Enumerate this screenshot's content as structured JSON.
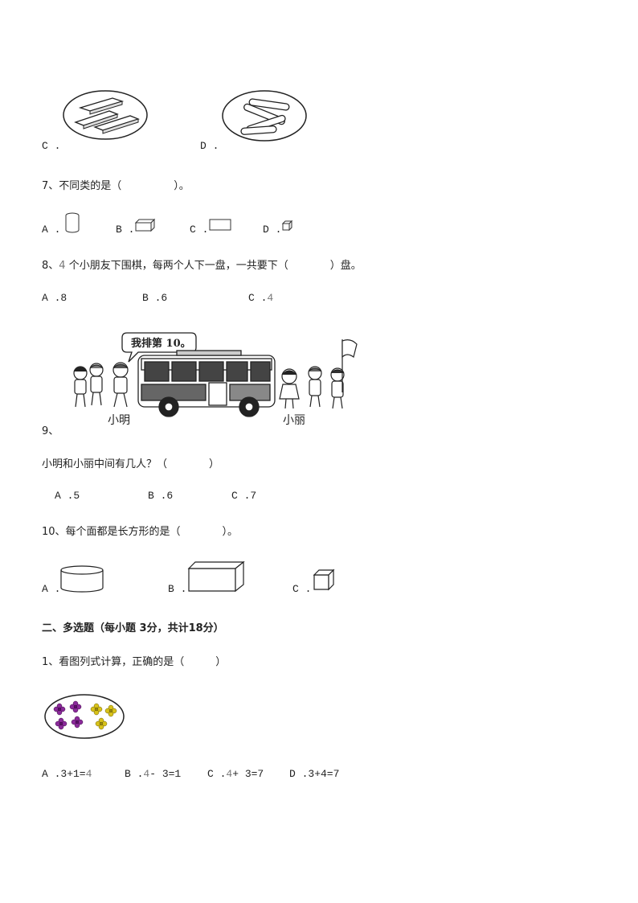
{
  "q6": {
    "option_c": "C .",
    "option_d": "D ."
  },
  "q7": {
    "stem": "7、不同类的是（　　　　　）。",
    "option_a": "A .",
    "option_b": "B .",
    "option_c": "C .",
    "option_d": "D ."
  },
  "q8": {
    "stem_prefix": "8、",
    "stem_number": "4",
    "stem_rest": " 个小朋友下围棋，每两个人下一盘，一共要下（　　　　）盘。",
    "option_a": "A .8",
    "option_b": "B .6",
    "option_c_prefix": "C .",
    "option_c_value": "4"
  },
  "q9": {
    "number": "9、",
    "speech": "我排第 10。",
    "name_left": "小明",
    "name_right": "小丽",
    "stem": "小明和小丽中间有几人？（　　　　）",
    "option_a": "A .5",
    "option_b": "B .6",
    "option_c": "C .7"
  },
  "q10": {
    "stem": "10、每个面都是长方形的是（　　　　）。",
    "option_a": "A .",
    "option_b": "B .",
    "option_c": "C ."
  },
  "section2": {
    "heading": "二、多选题（每小题 3分，共计18分）"
  },
  "m1": {
    "stem": "1、看图列式计算，正确的是（　　　）",
    "option_a_prefix": "A .3+1=",
    "option_a_value": "4",
    "option_b_prefix": "B .",
    "option_b_value": "4",
    "option_b_rest": "- 3=1",
    "option_c_prefix": "C .",
    "option_c_value": "4",
    "option_c_rest": "+ 3=7",
    "option_d": "D .3+4=7"
  },
  "colors": {
    "flower_purple": "#8b2a9a",
    "flower_yellow": "#d8c21a"
  }
}
